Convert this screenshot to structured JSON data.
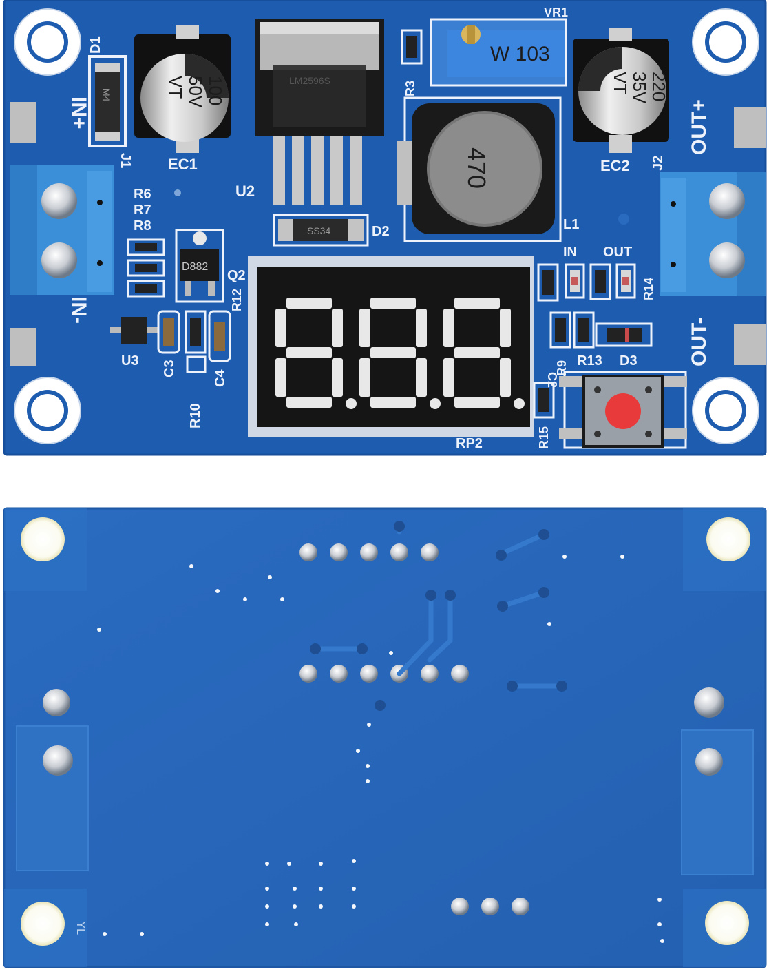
{
  "top_board": {
    "diode_d1": {
      "label": "D1",
      "marking": "M4"
    },
    "cap_ec1": {
      "label": "EC1",
      "line1": "100",
      "line2": "50V",
      "line3": "VT"
    },
    "regulator_u2": {
      "label": "U2"
    },
    "trimmer_vr1": {
      "label": "VR1",
      "marking": "W 103"
    },
    "resistor_r3": {
      "label": "R3"
    },
    "cap_ec2": {
      "label": "EC2",
      "line1": "220",
      "line2": "35V",
      "line3": "VT"
    },
    "inductor_l1": {
      "label": "L1",
      "marking": "470"
    },
    "diode_d2": {
      "label": "D2",
      "marking": "SS34"
    },
    "terminal_j1": {
      "label": "J1"
    },
    "terminal_j2": {
      "label": "J2"
    },
    "in_plus": "IN+",
    "in_minus": "IN-",
    "out_plus": "OUT+",
    "out_minus": "OUT-",
    "r6": "R6",
    "r7": "R7",
    "r8": "R8",
    "transistor_q2": {
      "label": "Q2",
      "marking": "D882"
    },
    "r12": "R12",
    "u3": "U3",
    "c3": "C3",
    "c4": "C4",
    "r10": "R10",
    "display": {
      "digits": [
        "8.",
        "8.",
        "8."
      ]
    },
    "rp2": "RP2",
    "led_in": "IN",
    "led_out": "OUT",
    "r14": "R14",
    "r13": "R13",
    "r9": "R9",
    "d3": "D3",
    "r15": "R15",
    "c2": "C2"
  },
  "bottom_board": {
    "silk_mark": "YL"
  },
  "colors": {
    "pcb_top": "#1e5cb0",
    "pcb_bottom": "#2a66b8",
    "silkscreen": "#eef3fb",
    "terminal_block": "#3a8fd8",
    "display_bezel": "#151515",
    "segment": "#e8e8e8",
    "button_cap": "#e83a3a"
  }
}
